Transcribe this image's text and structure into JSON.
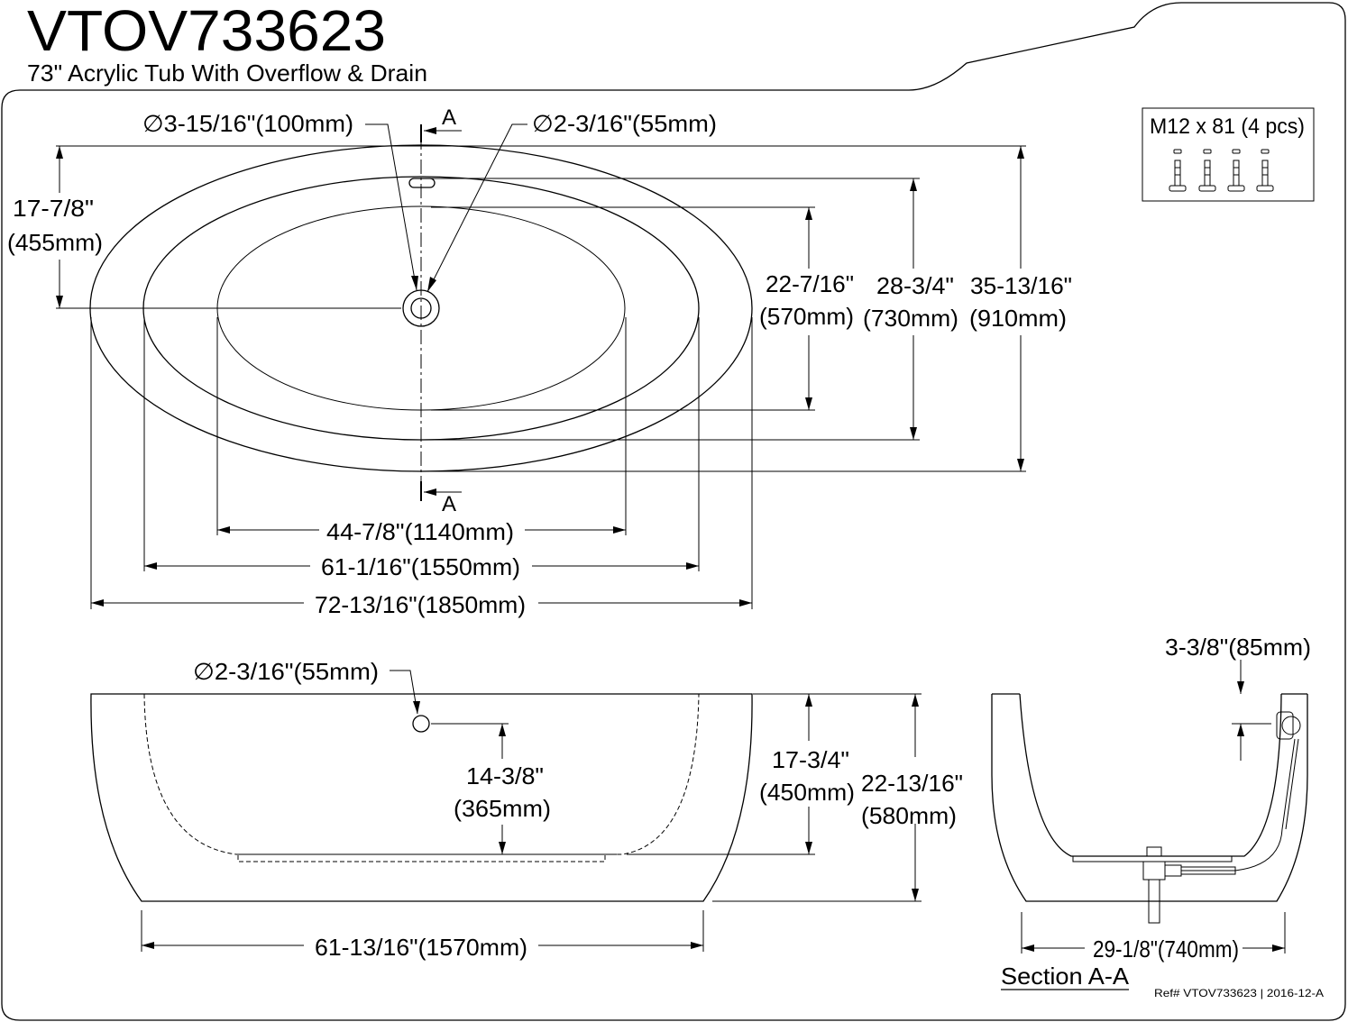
{
  "header": {
    "model": "VTOV733623",
    "description": "73\" Acrylic Tub With Overflow & Drain"
  },
  "hardware": {
    "label": "M12 x 81 (4 pcs)"
  },
  "top_view": {
    "drain_dia": "∅3-15/16\"(100mm)",
    "overflow_dia": "∅2-3/16\"(55mm)",
    "section_marker_top": "A",
    "section_marker_bottom": "A",
    "drain_offset_in": "17-7/8\"",
    "drain_offset_mm": "(455mm)",
    "inner_width_in": "22-7/16\"",
    "inner_width_mm": "(570mm)",
    "rim_inner_width_in": "28-3/4\"",
    "rim_inner_width_mm": "(730mm)",
    "overall_width_in": "35-13/16\"",
    "overall_width_mm": "(910mm)",
    "inner_length": "44-7/8\"(1140mm)",
    "rim_inner_length": "61-1/16\"(1550mm)",
    "overall_length": "72-13/16\"(1850mm)"
  },
  "side_view": {
    "overflow_dia": "∅2-3/16\"(55mm)",
    "overflow_height_in": "14-3/8\"",
    "overflow_height_mm": "(365mm)",
    "water_depth_in": "17-3/4\"",
    "water_depth_mm": "(450mm)",
    "overall_height_in": "22-13/16\"",
    "overall_height_mm": "(580mm)",
    "bottom_length": "61-13/16\"(1570mm)"
  },
  "section_view": {
    "rim_dim": "3-3/8\"(85mm)",
    "width_dim": "29-1/8\"(740mm)",
    "title": "Section A-A"
  },
  "footer": {
    "ref": "Ref# VTOV733623 | 2016-12-A"
  }
}
